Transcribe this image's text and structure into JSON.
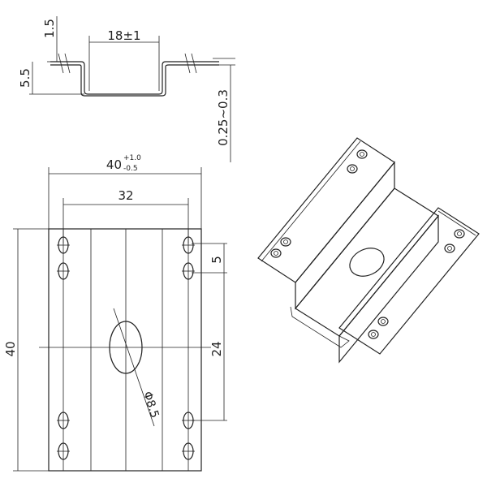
{
  "side_view": {
    "dim_width": "18±1",
    "dim_tab": "1.5",
    "dim_height": "5.5",
    "dim_thickness": "0.25~0.3"
  },
  "plan_view": {
    "dim_overall_width_base": "40",
    "dim_overall_width_tol_upper": "+1.0",
    "dim_overall_width_tol_lower": "-0.5",
    "dim_hole_spacing": "32",
    "dim_overall_height": "40",
    "dim_slot_length": "5",
    "dim_slot_spacing": "24",
    "dim_center_hole": "Φ8.5"
  }
}
